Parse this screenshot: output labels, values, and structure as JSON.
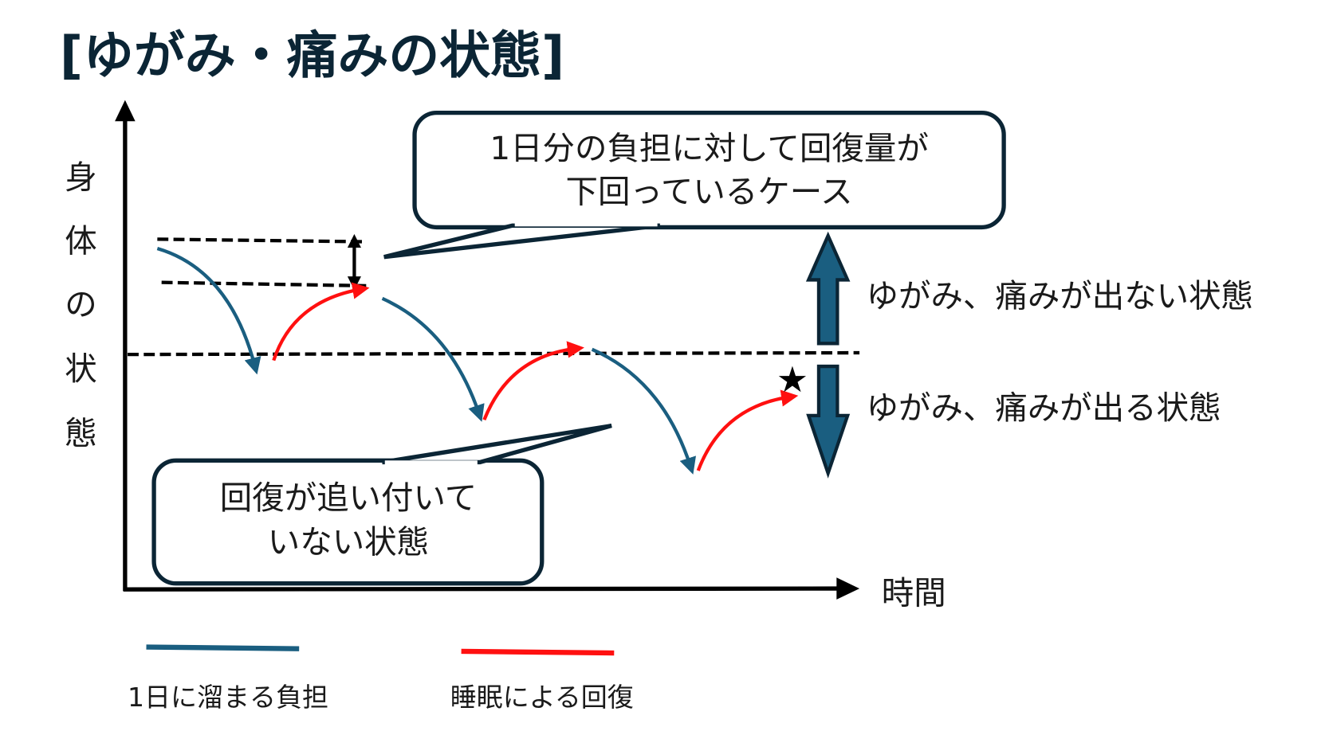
{
  "title": "[ゆがみ・痛みの状態]",
  "axes": {
    "y_label_chars": [
      "身",
      "体",
      "の",
      "状",
      "態"
    ],
    "x_label": "時間"
  },
  "callouts": {
    "top": {
      "line1": "1日分の負担に対して回復量が",
      "line2": "下回っているケース"
    },
    "bottom": {
      "line1": "回復が追い付いて",
      "line2": "いない状態"
    }
  },
  "states": {
    "no_pain": "ゆがみ、痛みが出ない状態",
    "pain": "ゆがみ、痛みが出る状態"
  },
  "legend": {
    "burden": "1日に溜まる負担",
    "recovery": "睡眠による回復"
  },
  "colors": {
    "burden": "#1a5e80",
    "recovery": "#ff1010",
    "outline": "#0b2535"
  }
}
